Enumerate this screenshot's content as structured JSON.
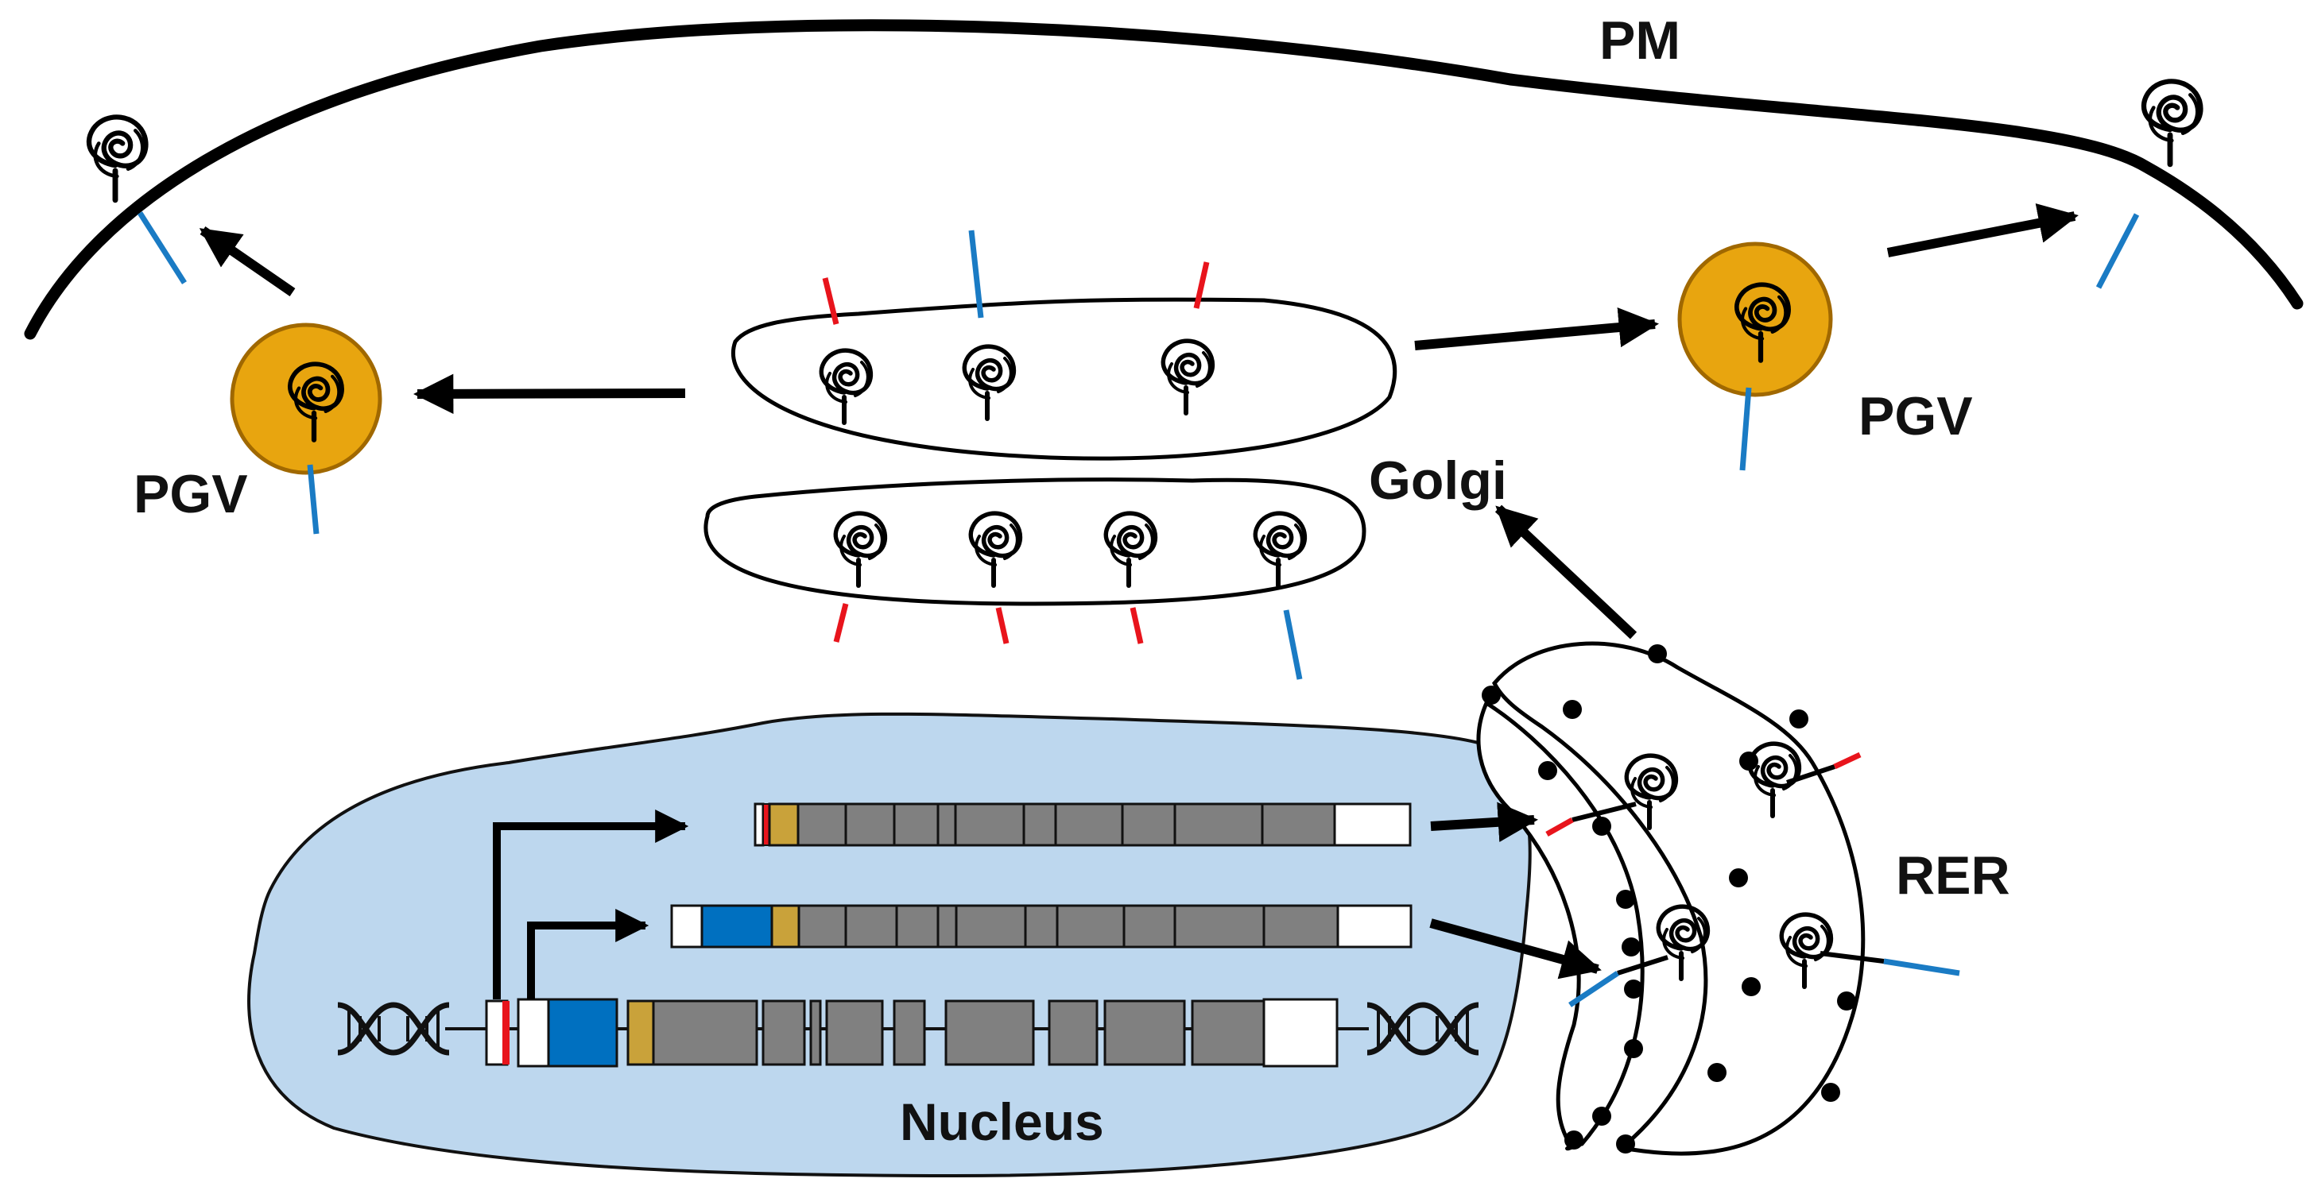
{
  "labels": {
    "pm": "PM",
    "pgv": "PGV",
    "golgi": "Golgi",
    "rer": "RER",
    "nucleus": "Nucleus"
  },
  "colors": {
    "stroke": "#000000",
    "red_anchor": "#e8141c",
    "blue_anchor": "#1a7bc4",
    "vesicle_fill": "#e8a50f",
    "vesicle_stroke": "#a06800",
    "nucleus_fill": "#bdd7ee",
    "exon_grey": "#808080",
    "exon_blue": "#0070c0",
    "exon_gold": "#c9a23a",
    "exon_white": "#ffffff"
  },
  "icons": [
    "dna-helix-icon",
    "folded-protein-icon",
    "ribosome-dot-icon",
    "arrow-icon"
  ]
}
